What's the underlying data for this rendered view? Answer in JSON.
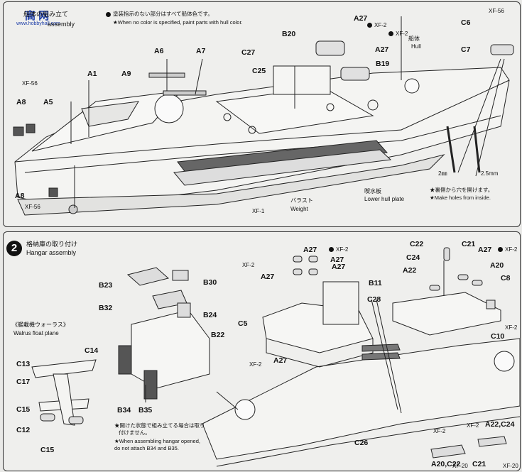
{
  "step1": {
    "title_jp": "船体の組み立て",
    "title_en": "assembly",
    "note_jp": "塗装指示のない部分はすべて船体色です。",
    "note_en": "★When no color is specified, paint parts with hull color.",
    "hull_jp": "船体",
    "hull_en": "Hull",
    "ballast_jp": "バラスト",
    "ballast_en": "Weight",
    "lower_jp": "喫水板",
    "lower_en": "Lower hull plate",
    "holes_jp": "★裏側から穴を開けます。",
    "holes_en": "★Make holes from inside.",
    "size_2mm": "2㎜",
    "size_25mm": "2.5mm",
    "labels": {
      "a6": "A6",
      "a7": "A7",
      "a1": "A1",
      "a9": "A9",
      "a5": "A5",
      "a8top": "A8",
      "a8bot": "A8",
      "b20": "B20",
      "c27": "C27",
      "c25": "C25",
      "a27a": "A27",
      "a27b": "A27",
      "b19": "B19",
      "c6": "C6",
      "c7": "C7"
    },
    "paints": {
      "xf56a": "XF-56",
      "xf56b": "XF-56",
      "xf2a": "XF-2",
      "xf2b": "XF-2",
      "xf56c": "XF-56",
      "xf1": "XF-1"
    }
  },
  "step2": {
    "number": "2",
    "title_jp": "格納庫の取り付け",
    "title_en": "Hangar assembly",
    "walrus_jp": "《艦載機ウォーラス》",
    "walrus_en": "Walrus float plane",
    "hangar_note_jp1": "★開けた状態で組み立てる場合は取り",
    "hangar_note_jp2": "付けません。",
    "hangar_note_en1": "★When assembling hangar opened,",
    "hangar_note_en2": "do not attach B34 and B35.",
    "labels": {
      "b23": "B23",
      "b30": "B30",
      "b32": "B32",
      "b24": "B24",
      "b22": "B22",
      "b34": "B34",
      "b35": "B35",
      "c14": "C14",
      "c13": "C13",
      "c17": "C17",
      "c15a": "C15",
      "c12": "C12",
      "c15b": "C15",
      "a27a": "A27",
      "a27b": "A27",
      "a27c": "A27",
      "a27d": "A27",
      "a27e": "A27",
      "a27f": "A27",
      "c5": "C5",
      "c28": "C28",
      "c26": "C26",
      "b11": "B11",
      "a22": "A22",
      "c24": "C24",
      "c22": "C22",
      "c21a": "C21",
      "a20": "A20",
      "c8": "C8",
      "c10": "C10",
      "a20c22": "A20,C22",
      "c21b": "C21",
      "a22c24": "A22,C24"
    },
    "paints": {
      "xf2a": "XF-2",
      "xf2b": "XF-2",
      "xf2c": "XF-2",
      "xf2d": "XF-2",
      "xf2e": "XF-2",
      "xf2f": "XF-2",
      "xf2g": "XF-2",
      "xf20a": "XF-20",
      "xf20b": "XF-20"
    }
  },
  "watermark": {
    "site": "高 网",
    "url": "www.hobbyhall.com"
  },
  "colors": {
    "ink": "#111111",
    "paper": "#efefed",
    "logo": "#1f3fa8"
  }
}
